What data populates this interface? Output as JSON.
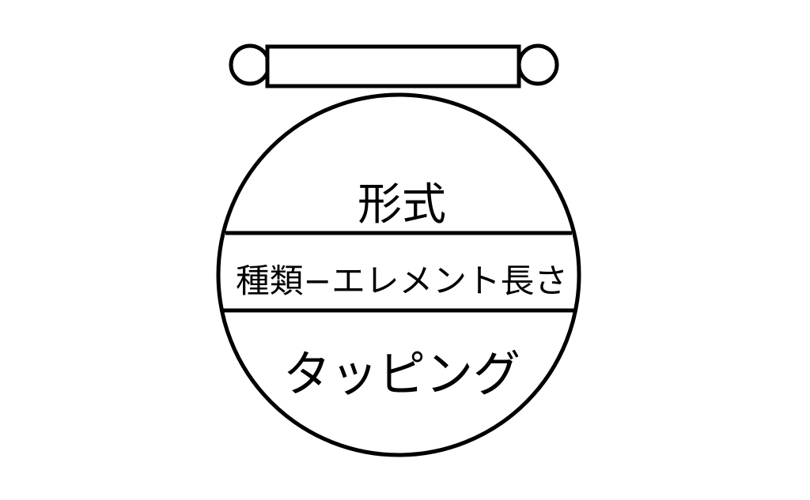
{
  "symbol": {
    "top_label": "形式",
    "middle_label": "種類−エレメント長さ",
    "bottom_label": "タッピング"
  }
}
